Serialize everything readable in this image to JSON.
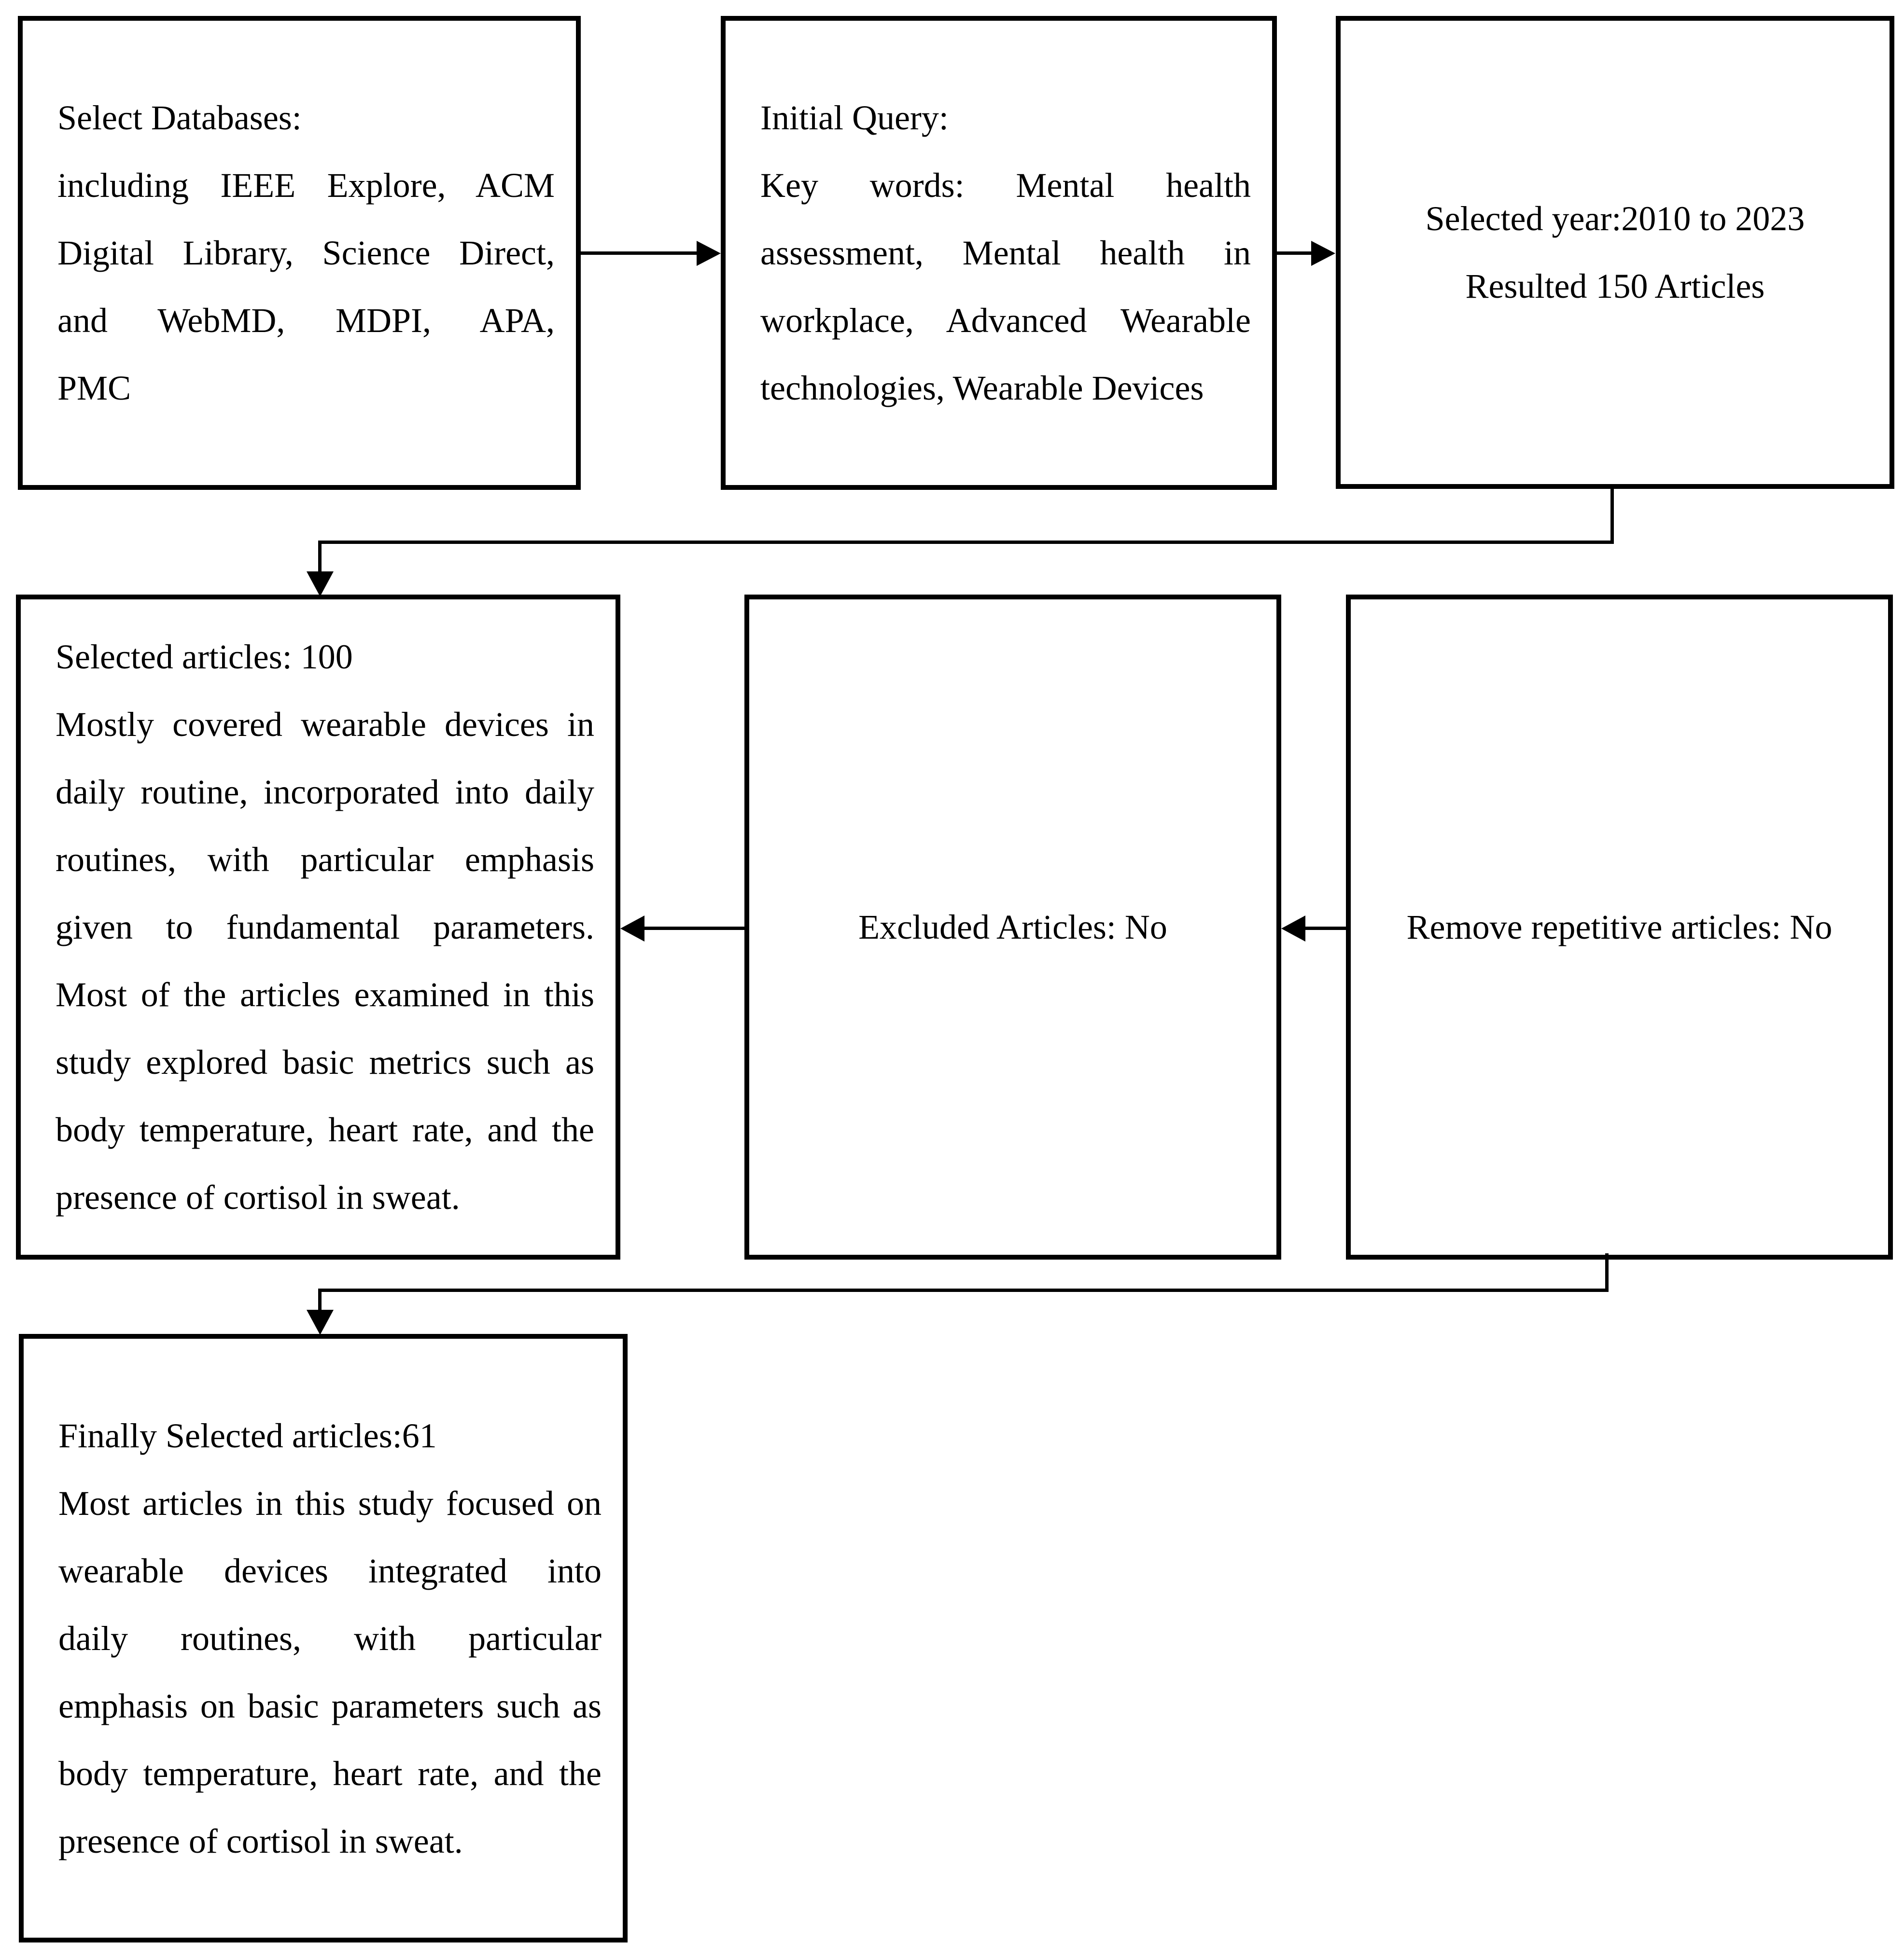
{
  "figure": {
    "background_color": "#ffffff",
    "line_color": "#000000",
    "text_color": "#000000"
  },
  "boxes": {
    "select_databases": {
      "lines": [
        "Select Databases:",
        "including IEEE Explore, ACM",
        "Digital Library, Science Direct,",
        "and WebMD, MDPI, APA,",
        "PMC"
      ]
    },
    "initial_query": {
      "lines": [
        "Initial Query:",
        "Key words: Mental health",
        "assessment, Mental health in",
        "workplace, Advanced Wearable",
        "technologies, Wearable Devices"
      ]
    },
    "selected_year": {
      "lines": [
        "Selected year:2010 to 2023",
        "Resulted 150 Articles"
      ]
    },
    "selected_articles": {
      "lines": [
        "Selected articles: 100",
        "Mostly covered wearable devices in",
        "daily routine, incorporated into daily",
        "routines, with particular emphasis",
        "given to fundamental parameters.",
        "Most of the articles examined in this",
        "study explored basic metrics such as",
        "body temperature, heart rate, and the",
        "presence of cortisol in sweat."
      ]
    },
    "excluded_articles": {
      "label": "Excluded Articles: No"
    },
    "remove_repetitive": {
      "label": "Remove repetitive articles: No"
    },
    "finally_selected": {
      "lines": [
        "Finally Selected articles:61",
        "Most articles in this study focused on",
        "wearable devices integrated into",
        "daily routines, with particular",
        "emphasis on basic parameters such as",
        "body temperature, heart rate, and the",
        "presence of cortisol in sweat."
      ]
    }
  }
}
